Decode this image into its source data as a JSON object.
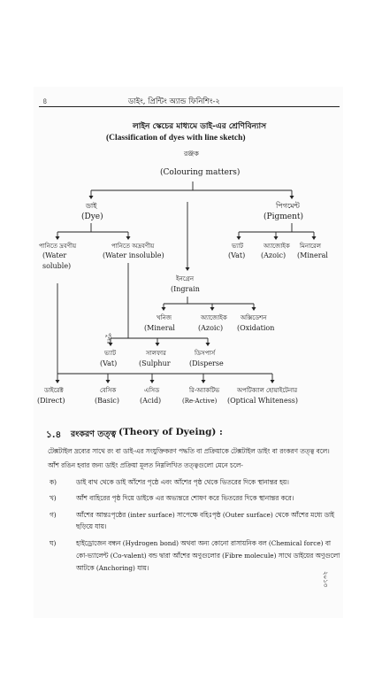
{
  "header": {
    "page_number": "৪",
    "running_title": "ডাইং, প্রিন্টিং অ্যান্ড ফিনিশিং-২"
  },
  "diagram": {
    "title_bn": "লাইন স্কেচের মাধ্যমে ডাই-এর শ্রেণিবিন্যাস",
    "title_en": "(Classification of dyes with line sketch)",
    "root_bn": "রঞ্জক",
    "root_en": "(Colouring matters)",
    "dye_bn": "ডাই",
    "dye_en": "(Dye)",
    "pigment_bn": "পিগমেন্ট",
    "pigment_en": "(Pigment)",
    "water_soluble_bn": "পানিতে দ্রবণীয়",
    "water_soluble_en_1": "(Water",
    "water_soluble_en_2": "soluble)",
    "water_insoluble_bn": "পানিতে অদ্রবণীয়",
    "water_insoluble_en": "(Water insoluble)",
    "pig_vat_bn": "ভ্যাট",
    "pig_vat_en": "(Vat)",
    "pig_azoic_bn": "অ্যাজোইক",
    "pig_azoic_en": "(Azoic)",
    "pig_mineral_bn": "মিনারেল",
    "pig_mineral_en": "(Mineral",
    "ingrain_bn": "ইনগ্রেন",
    "ingrain_en": "(Ingrain",
    "ing_mineral_bn": "খনিজ",
    "ing_mineral_en": "(Mineral",
    "ing_azoic_bn": "অ্যাজোইক",
    "ing_azoic_en": "(Azoic)",
    "ing_oxidation_bn": "অক্সিডেশন",
    "ing_oxidation_en": "(Oxidation",
    "side_mark": "পুনঃ",
    "ins_vat_bn": "ভ্যাট",
    "ins_vat_en": "(Vat)",
    "ins_sulphur_bn": "সালফার",
    "ins_sulphur_en": "(Sulphur",
    "ins_disperse_bn": "ডিসপার্স",
    "ins_disperse_en": "(Disperse",
    "bottom": [
      {
        "bn": "ডাইরেক্ট",
        "en": "(Direct)"
      },
      {
        "bn": "বেসিক",
        "en": "(Basic)"
      },
      {
        "bn": "এসিড",
        "en": "(Acid)"
      },
      {
        "bn": "রি-অ্যাকটিভ",
        "en": "(Re-Active)"
      },
      {
        "bn": "অপটিক্যাল হোয়াইটেনার",
        "en": "(Optical Whiteness)"
      }
    ]
  },
  "section": {
    "number": "১.৪",
    "heading_bn": "রংকরণ তত্ত্ব",
    "heading_en": "(Theory of Dyeing) :",
    "intro_1": "টেক্সটাইল দ্রব্যের সাথে রং বা ডাই-এর সংযুক্তিকরণ পদ্ধতি বা প্রক্রিয়াকে টেক্সটাইল ডাইং বা রংকরণ তত্ত্ব বলে।",
    "intro_2": "আঁশ রঙিন হবার জন্য ডাইং প্রক্রিয়া মূলত নিম্নলিখিত তত্ত্বগুলো মেনে চলে-",
    "items": [
      {
        "label": "ক)",
        "text": "ডাই বাথ থেকে ডাই আঁশের পৃষ্ঠে এবং আঁশের পৃষ্ঠ থেকে ভিতরের দিকে স্থানান্তর হয়।"
      },
      {
        "label": "খ)",
        "text": "আঁশ বাহিরের পৃষ্ঠ দিয়ে ডাইকে এর অভ্যন্তরে শোষণ করে ভিতরের দিকে স্থানান্তর করে।"
      },
      {
        "label": "গ)",
        "text_1": "আঁশের আন্তঃপৃষ্ঠের (inter surface) সাপেক্ষে বহিঃপৃষ্ঠ (Outer surface) থেকে আঁশের মধ্যে ডাই",
        "text_2": "ছড়িয়ে যায়।"
      },
      {
        "label": "ঘ)",
        "text_1": "হাইড্রোজেন বন্ধন (Hydrogen bond) অথবা অন্য কোনো রাসায়নিক বল (Chemical force) বা",
        "text_2": "কো-ভ্যালেন্ট (Co-valent) বন্ড দ্বারা আঁশের অণুগুলোর (Fibre molecule) সাথে ডাইয়ের অণুগুলো",
        "text_3": "আটকে (Anchoring) যায়।"
      }
    ]
  },
  "footer": {
    "side_number": "২০১৩"
  }
}
